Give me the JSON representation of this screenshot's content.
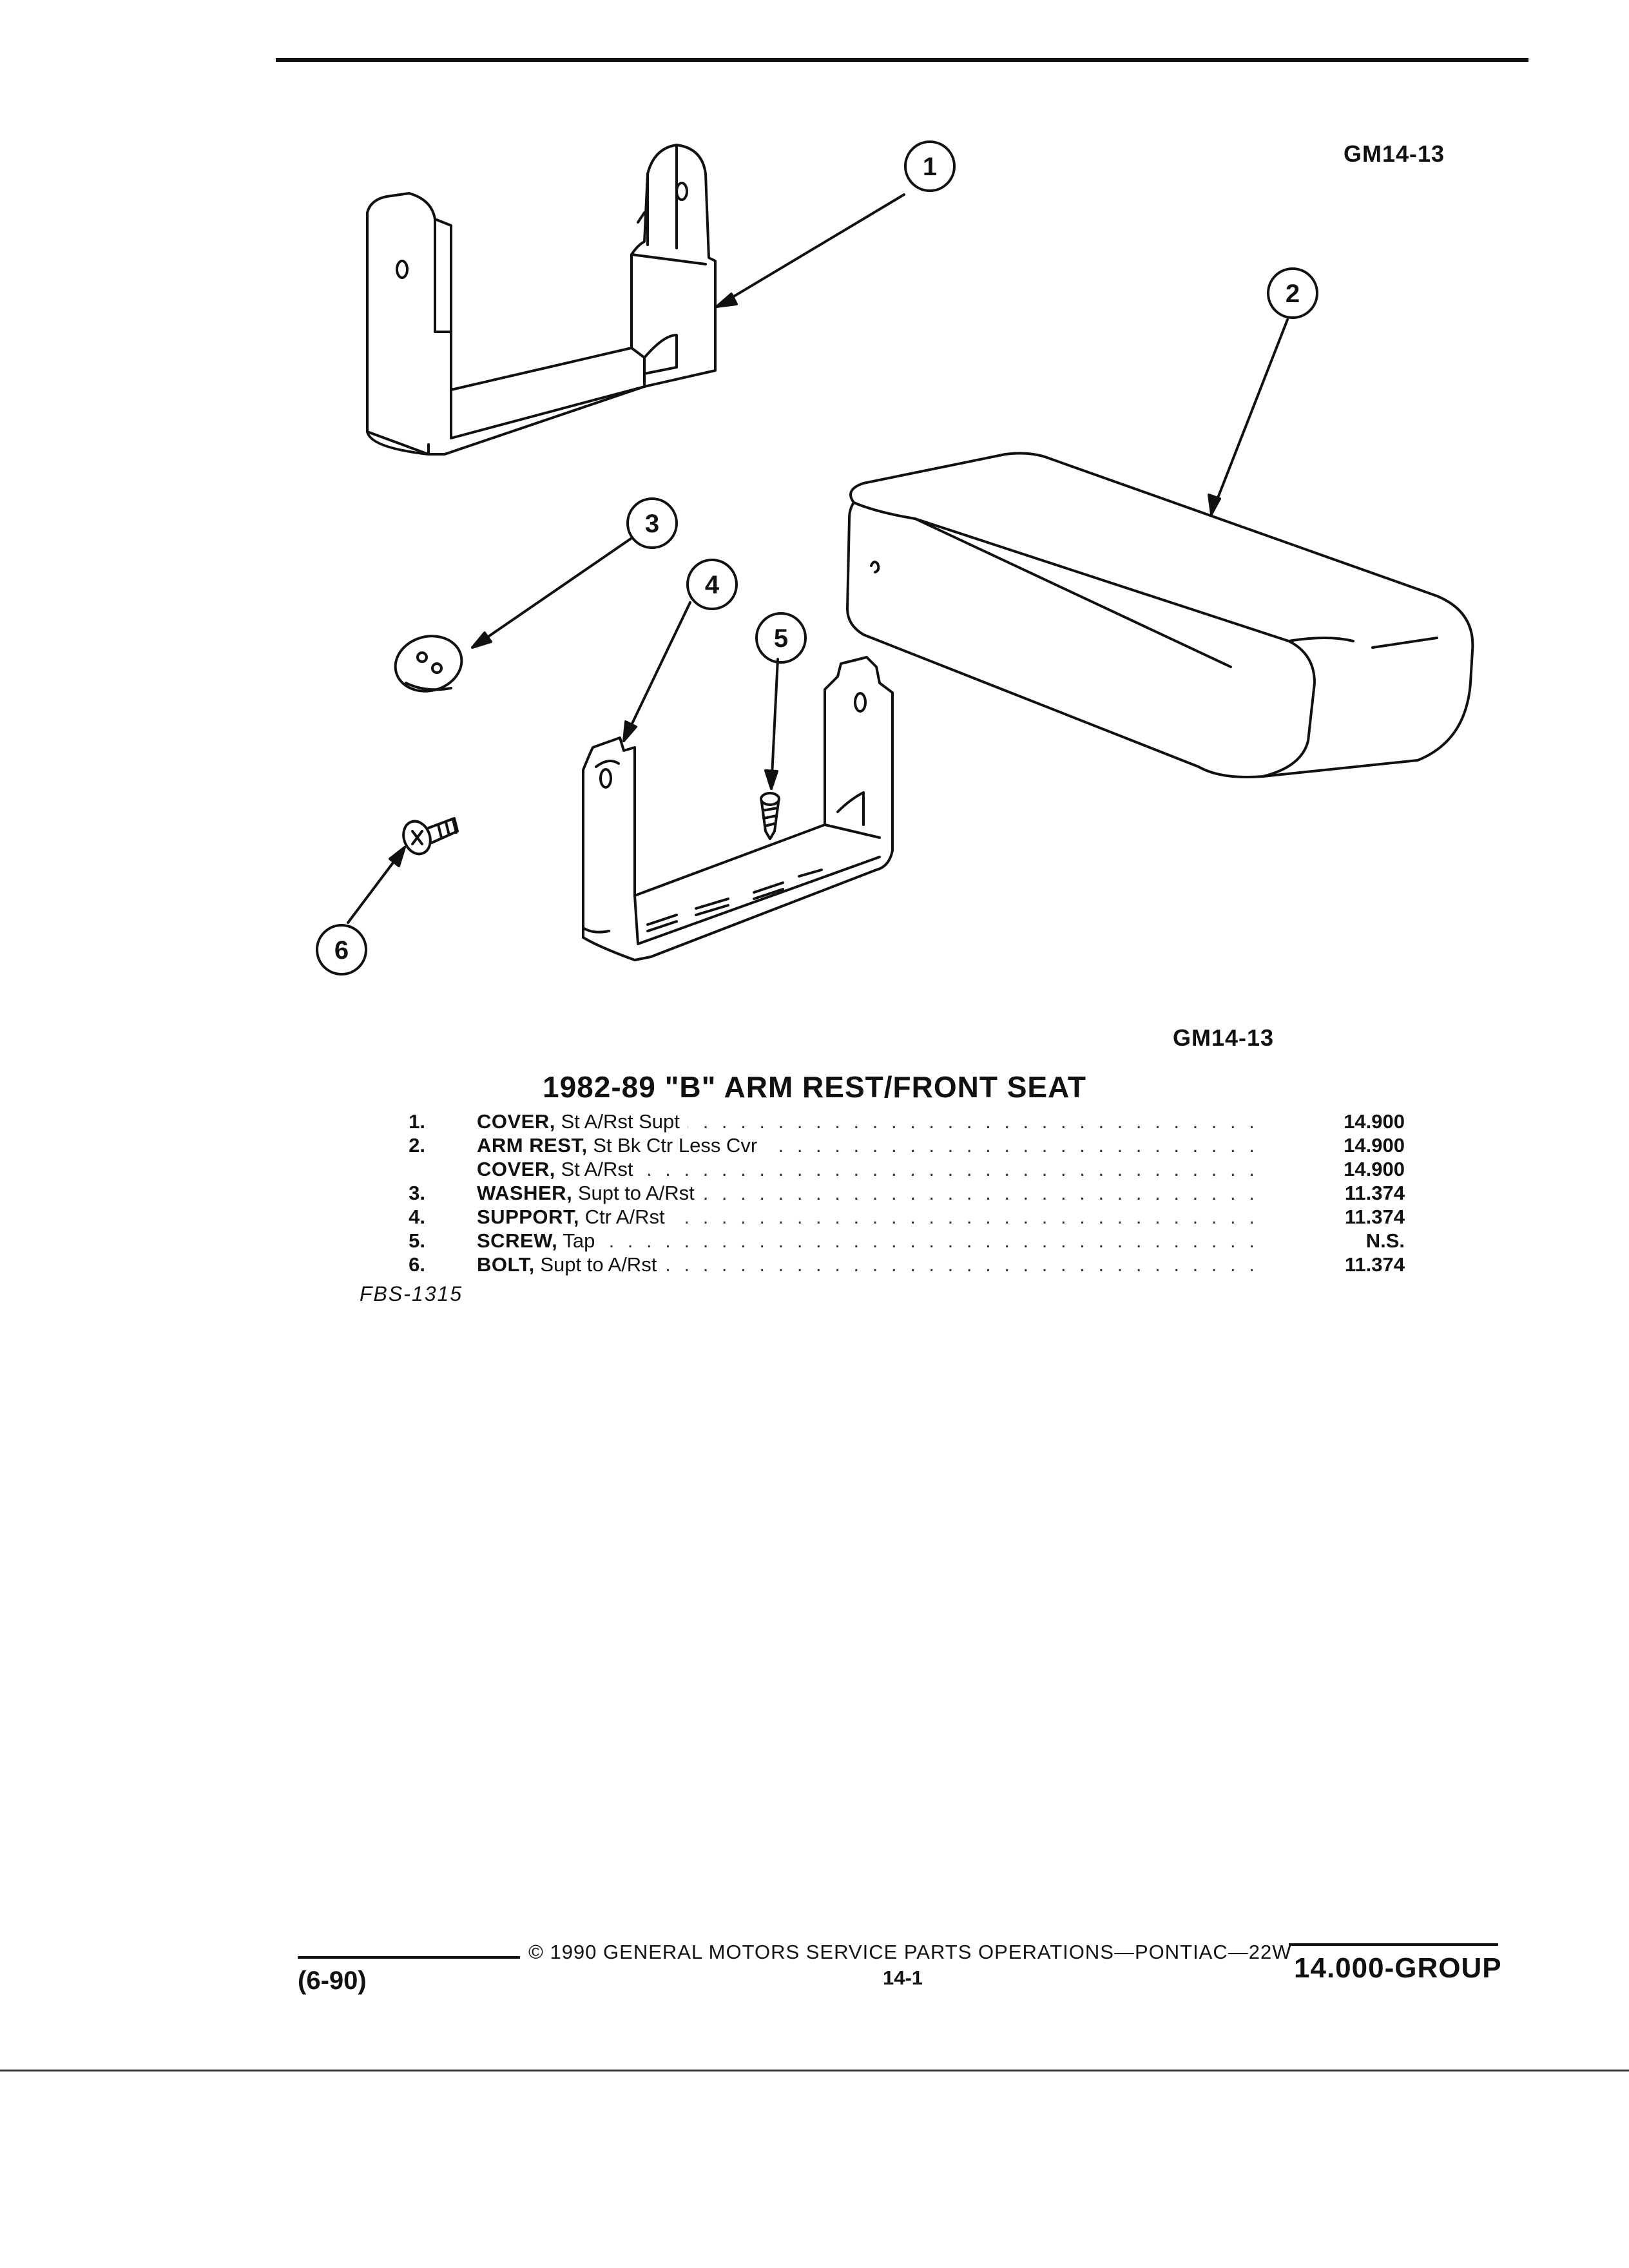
{
  "header": {
    "figure_code_top": "GM14-13"
  },
  "diagram": {
    "figure_code_bottom": "GM14-13",
    "callouts": [
      "1",
      "2",
      "3",
      "4",
      "5",
      "6"
    ],
    "line_color": "#111111"
  },
  "section": {
    "title": "1982-89 \"B\" ARM REST/FRONT SEAT"
  },
  "parts": [
    {
      "num": "1.",
      "name": "COVER,",
      "desc": "St A/Rst Supt",
      "group": "14.900"
    },
    {
      "num": "2.",
      "name": "ARM REST,",
      "desc": "St Bk Ctr Less Cvr",
      "group": "14.900"
    },
    {
      "num": "",
      "name": "COVER,",
      "desc": "St A/Rst",
      "group": "14.900"
    },
    {
      "num": "3.",
      "name": "WASHER,",
      "desc": "Supt to A/Rst",
      "group": "11.374"
    },
    {
      "num": "4.",
      "name": "SUPPORT,",
      "desc": "Ctr A/Rst",
      "group": "11.374"
    },
    {
      "num": "5.",
      "name": "SCREW,",
      "desc": "Tap",
      "group": "N.S."
    },
    {
      "num": "6.",
      "name": "BOLT,",
      "desc": "Supt to A/Rst",
      "group": "11.374"
    }
  ],
  "fbs_code": "FBS-1315",
  "footer": {
    "copyright": "© 1990 GENERAL MOTORS SERVICE PARTS OPERATIONS—PONTIAC—22W",
    "page": "14-1",
    "date": "(6-90)",
    "group": "14.000-GROUP"
  }
}
